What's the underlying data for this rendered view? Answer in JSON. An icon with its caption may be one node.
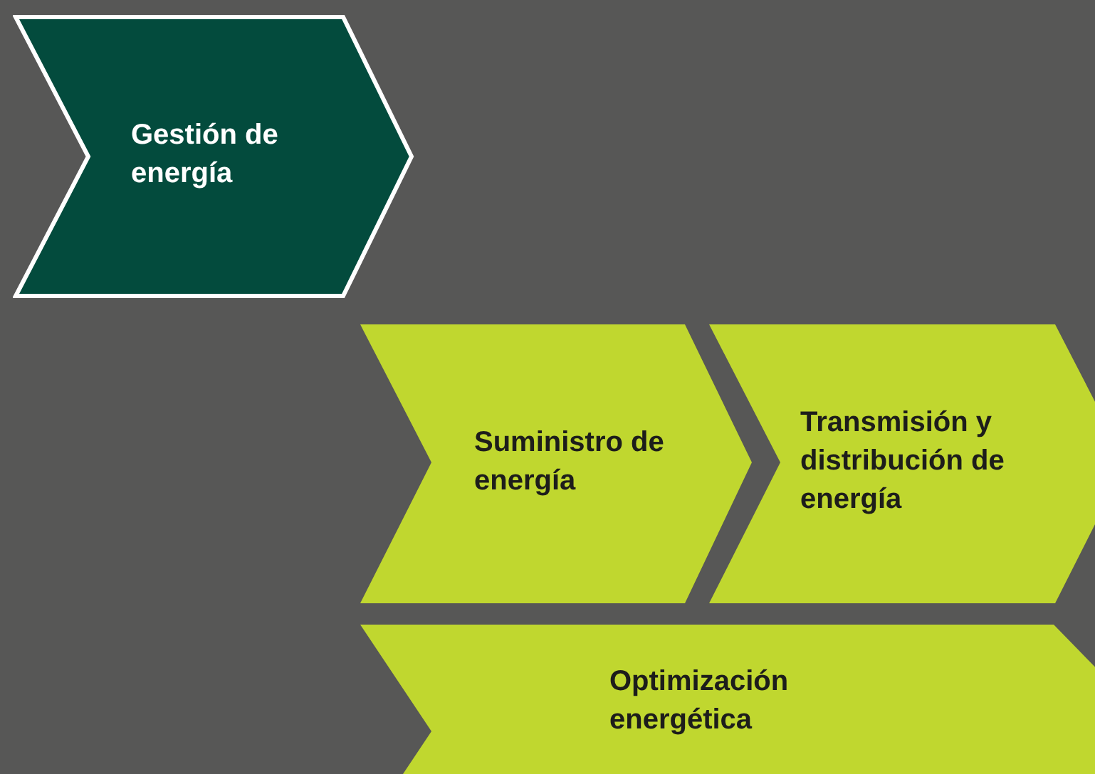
{
  "diagram": {
    "nodes": [
      {
        "text": [
          "Gestión de energía"
        ]
      },
      {
        "text": [
          "Suministro de energía"
        ]
      },
      {
        "text": [
          "Transmisión y distribución de energía"
        ]
      },
      {
        "text": [
          "Optimización energética"
        ]
      }
    ]
  }
}
